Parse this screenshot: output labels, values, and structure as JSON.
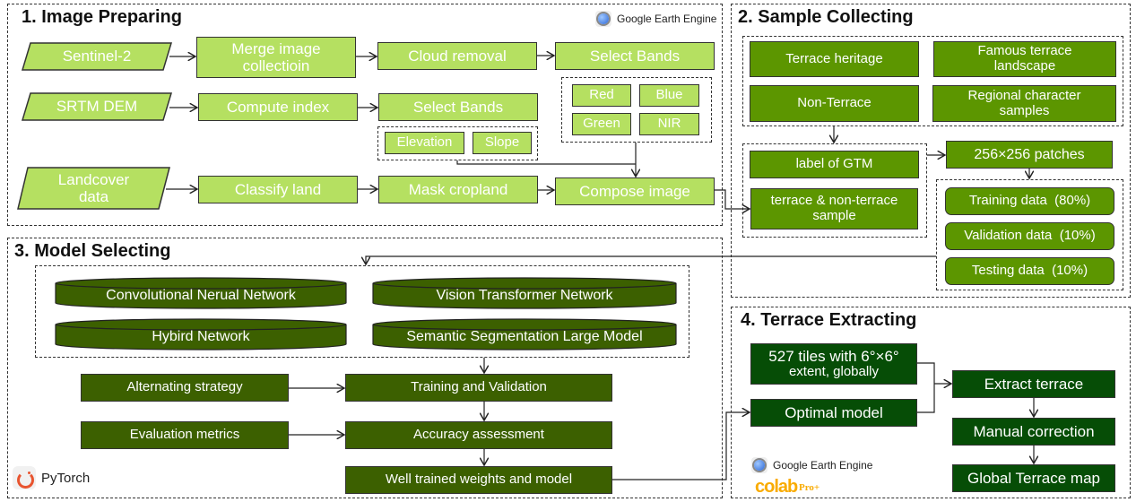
{
  "panels": {
    "image_preparing": {
      "title": "1. Image Preparing",
      "platform_logo": "Google Earth Engine",
      "inputs": [
        "Sentinel-2",
        "SRTM DEM",
        "Landcover data"
      ],
      "steps": {
        "merge": "Merge image collectioin",
        "compute_index": "Compute index",
        "classify_land": "Classify land",
        "cloud_removal": "Cloud removal",
        "select_bands_dem": "Select Bands",
        "mask_cropland": "Mask cropland",
        "select_bands_s2": "Select Bands",
        "compose_image": "Compose image"
      },
      "dem_bands": [
        "Elevation",
        "Slope"
      ],
      "s2_bands": [
        "Red",
        "Blue",
        "Green",
        "NIR"
      ]
    },
    "sample_collecting": {
      "title": "2. Sample Collecting",
      "sources": [
        "Terrace heritage",
        "Famous terrace landscape",
        "Non-Terrace",
        "Regional character samples"
      ],
      "labels": [
        "label of GTM",
        "terrace & non-terrace sample"
      ],
      "patches": "256×256 patches",
      "splits": [
        "Training data  (80%)",
        "Validation data  (10%)",
        "Testing data  (10%)"
      ]
    },
    "model_selecting": {
      "title": "3. Model Selecting",
      "models": [
        "Convolutional Nerual Network",
        "Vision Transformer Network",
        "Hybird Network",
        "Semantic Segmentation Large Model"
      ],
      "strategy": "Alternating strategy",
      "metrics": "Evaluation metrics",
      "training": "Training and Validation",
      "accuracy": "Accuracy assessment",
      "output": "Well trained weights and model",
      "framework_logo": "PyTorch"
    },
    "terrace_extracting": {
      "title": "4. Terrace Extracting",
      "tiles": "527 tiles with 6°×6°",
      "tiles_sub": "extent, globally",
      "optimal_model": "Optimal model",
      "extract": "Extract terrace",
      "manual": "Manual correction",
      "global_map": "Global Terrace map",
      "platform_logo": "Google Earth Engine",
      "colab_logo": "colab",
      "colab_tier": "Pro+"
    }
  },
  "colors": {
    "light_green": "#b5e061",
    "mid_green": "#5c9600",
    "dark_olive": "#3c6000",
    "deep_green": "#064d06",
    "pytorch_orange": "#e8542f",
    "colab_yellow": "#f9ab00"
  }
}
